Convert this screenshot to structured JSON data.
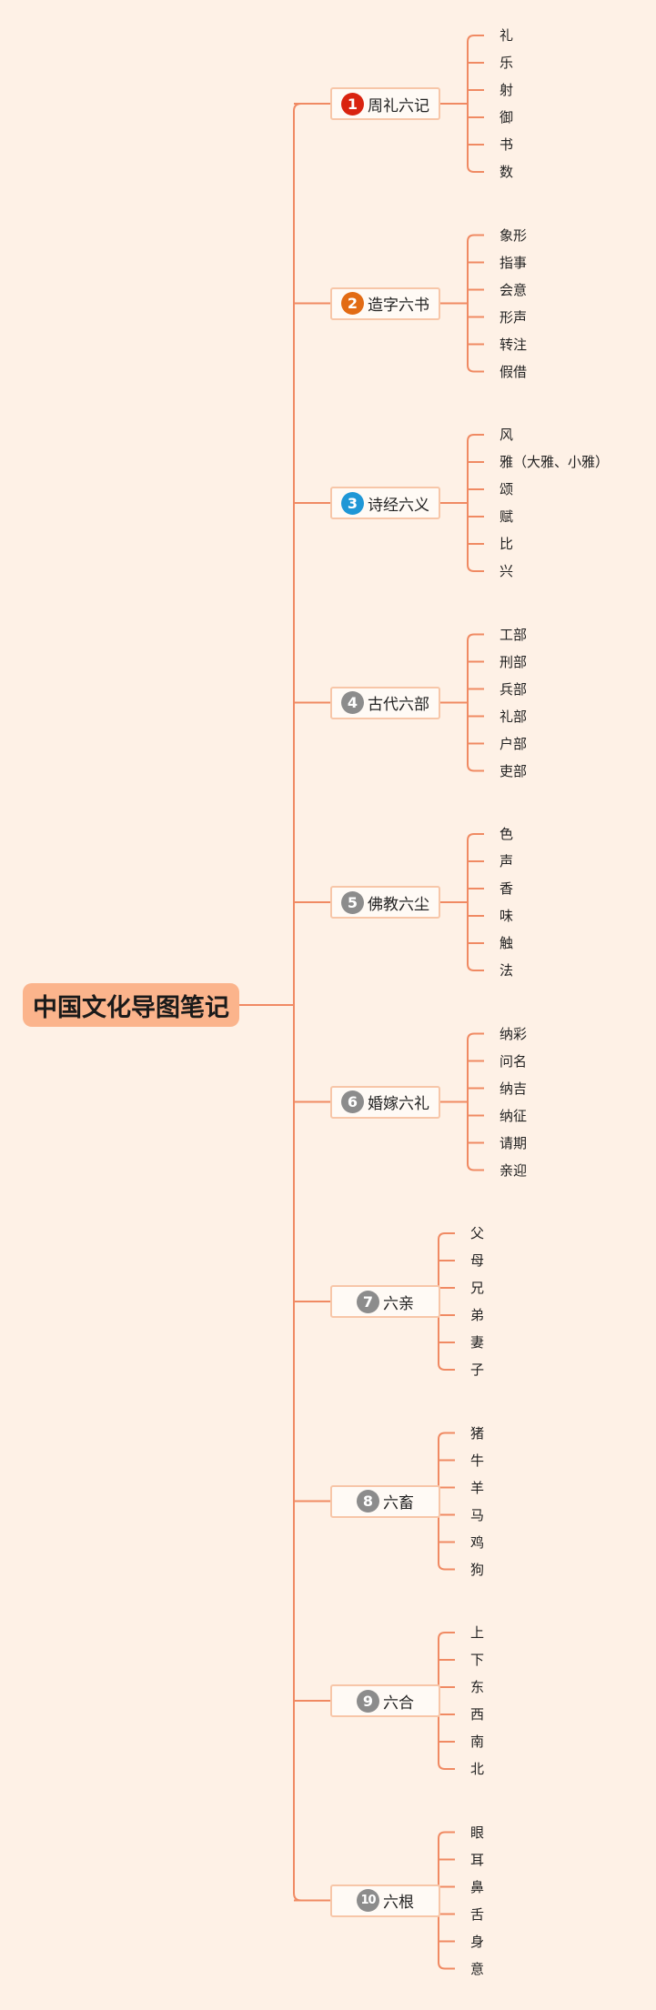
{
  "root": {
    "label": "中国文化导图笔记"
  },
  "colors": {
    "line": "#f08a63",
    "root_fill": "#fbb48c",
    "badge_grey": "#8c8c8c"
  },
  "branches": [
    {
      "badge": "1",
      "badge_color": "#d9230f",
      "label": "周礼六记",
      "children": [
        "礼",
        "乐",
        "射",
        "御",
        "书",
        "数"
      ]
    },
    {
      "badge": "2",
      "badge_color": "#e26b14",
      "label": "造字六书",
      "children": [
        "象形",
        "指事",
        "会意",
        "形声",
        "转注",
        "假借"
      ]
    },
    {
      "badge": "3",
      "badge_color": "#1f97d6",
      "label": "诗经六义",
      "children": [
        "风",
        "雅（大雅、小雅）",
        "颂",
        "赋",
        "比",
        "兴"
      ]
    },
    {
      "badge": "4",
      "badge_color": "#8c8c8c",
      "label": "古代六部",
      "children": [
        "工部",
        "刑部",
        "兵部",
        "礼部",
        "户部",
        "吏部"
      ]
    },
    {
      "badge": "5",
      "badge_color": "#8c8c8c",
      "label": "佛教六尘",
      "children": [
        "色",
        "声",
        "香",
        "味",
        "触",
        "法"
      ]
    },
    {
      "badge": "6",
      "badge_color": "#8c8c8c",
      "label": "婚嫁六礼",
      "children": [
        "纳彩",
        "问名",
        "纳吉",
        "纳征",
        "请期",
        "亲迎"
      ]
    },
    {
      "badge": "7",
      "badge_color": "#8c8c8c",
      "label": "六亲",
      "children": [
        "父",
        "母",
        "兄",
        "弟",
        "妻",
        "子"
      ]
    },
    {
      "badge": "8",
      "badge_color": "#8c8c8c",
      "label": "六畜",
      "children": [
        "猪",
        "牛",
        "羊",
        "马",
        "鸡",
        "狗"
      ]
    },
    {
      "badge": "9",
      "badge_color": "#8c8c8c",
      "label": "六合",
      "children": [
        "上",
        "下",
        "东",
        "西",
        "南",
        "北"
      ]
    },
    {
      "badge": "10",
      "badge_color": "#8c8c8c",
      "label": "六根",
      "children": [
        "眼",
        "耳",
        "鼻",
        "舌",
        "身",
        "意"
      ]
    }
  ]
}
